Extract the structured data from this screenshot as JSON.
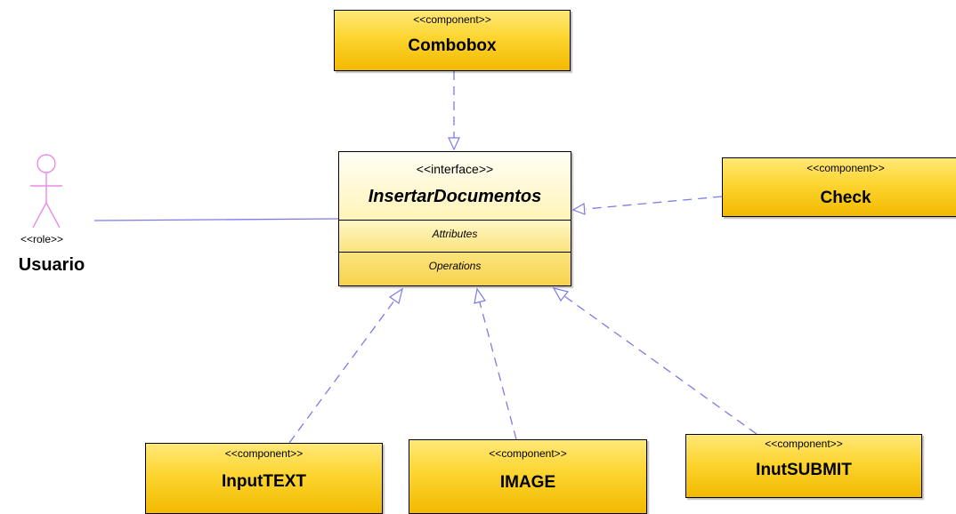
{
  "diagram": {
    "interface": {
      "stereotype": "<<interface>>",
      "name": "InsertarDocumentos",
      "attributes_label": "Attributes",
      "operations_label": "Operations"
    },
    "actor": {
      "stereotype": "<<role>>",
      "name": "Usuario"
    },
    "components": [
      {
        "stereotype": "<<component>>",
        "name": "Combobox"
      },
      {
        "stereotype": "<<component>>",
        "name": "Check"
      },
      {
        "stereotype": "<<component>>",
        "name": "InputTEXT"
      },
      {
        "stereotype": "<<component>>",
        "name": "IMAGE"
      },
      {
        "stereotype": "<<component>>",
        "name": "InutSUBMIT"
      }
    ],
    "colors": {
      "component_fill": "#fcd530",
      "interface_fill": "#fff4b8",
      "connector": "#7b7bea",
      "actor": "#e88ce8"
    }
  }
}
